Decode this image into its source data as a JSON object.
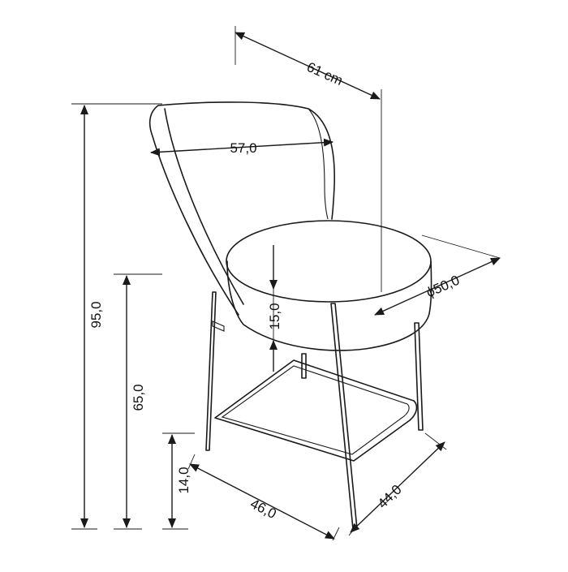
{
  "dimensions": {
    "depth_total": "61 cm",
    "backrest_width": "57,0",
    "seat_diameter": "ϕ50,0",
    "seat_thickness": "15,0",
    "total_height": "95,0",
    "seat_height": "65,0",
    "footrest_height": "14,0",
    "base_width": "46,0",
    "base_depth": "44,0"
  },
  "colors": {
    "line": "#1a1a1a",
    "background": "#ffffff"
  }
}
